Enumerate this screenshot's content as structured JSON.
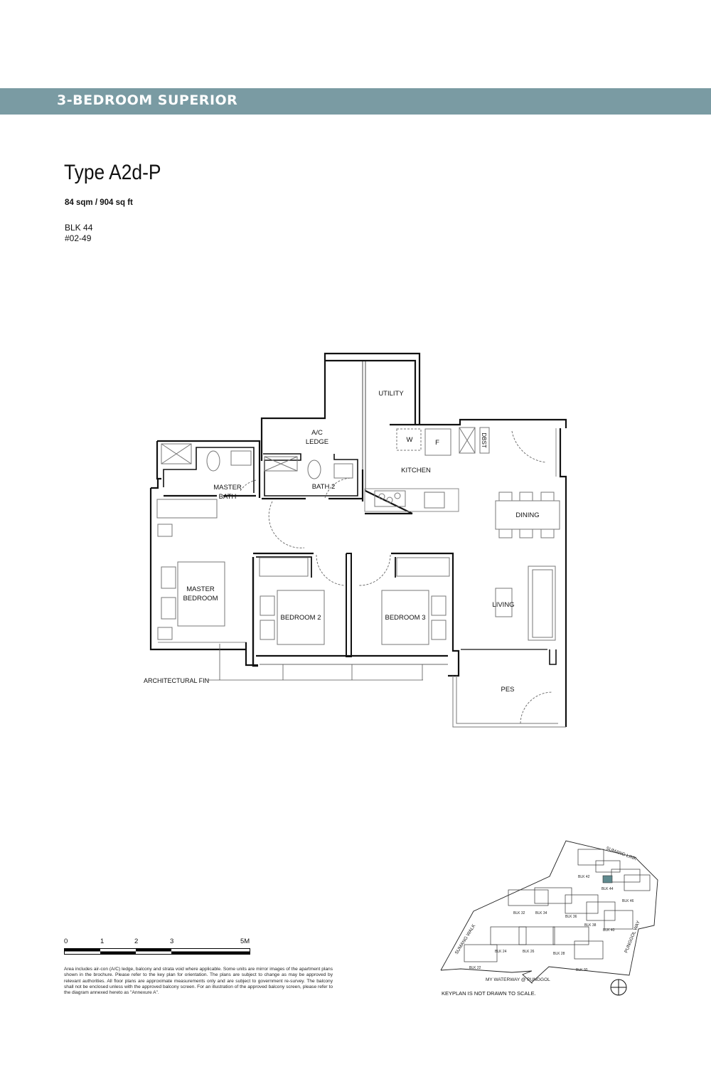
{
  "header": {
    "title": "3-BEDROOM SUPERIOR",
    "bar_color": "#7a9ba3"
  },
  "unit": {
    "type": "Type A2d-P",
    "area": "84 sqm / 904 sq ft",
    "block": "BLK 44",
    "unit_number": "#02-49"
  },
  "floor_plan": {
    "rooms": {
      "utility": "UTILITY",
      "ac_ledge_1": "A/C",
      "ac_ledge_2": "LEDGE",
      "master_bath_1": "MASTER",
      "master_bath_2": "BATH",
      "bath2": "BATH 2",
      "kitchen": "KITCHEN",
      "washer": "W",
      "fridge": "F",
      "dbst": "DBST",
      "dining": "DINING",
      "master_bedroom_1": "MASTER",
      "master_bedroom_2": "BEDROOM",
      "bedroom2": "BEDROOM 2",
      "bedroom3": "BEDROOM 3",
      "living": "LIVING",
      "pes": "PES"
    },
    "annotation": "ARCHITECTURAL FIN"
  },
  "scale_bar": {
    "labels": [
      "0",
      "1",
      "2",
      "3",
      "5M"
    ]
  },
  "disclaimer": "Area includes air-con (A/C) ledge, balcony and strata void where applicable. Some units are mirror images of the apartment plans shown in the brochure. Please refer to the key plan for orientation. The plans are subject to change as may be approved by relevant authorities. All floor plans are approximate measurements only and are subject to government re-survey. The balcony shall not be enclosed unless with the approved balcony screen. For an illustration of the approved balcony screen, please refer to the diagram annexed hereto as \"Annexure A\".",
  "keyplan": {
    "roads": {
      "north": "SUMANG LINK",
      "west": "SUMANG WALK",
      "east": "PUNGGOL WAY",
      "south": "MY WATERWAY @ PUNGGOL"
    },
    "blocks": [
      "BLK 22",
      "BLK 24",
      "BLK 26",
      "BLK 28",
      "BLK 30",
      "BLK 32",
      "BLK 34",
      "BLK 36",
      "BLK 38",
      "BLK 40",
      "BLK 42",
      "BLK 44",
      "BLK 46"
    ],
    "highlighted_block": "BLK 44",
    "highlight_color": "#5f8a8f",
    "note": "KEYPLAN IS NOT DRAWN TO SCALE."
  }
}
